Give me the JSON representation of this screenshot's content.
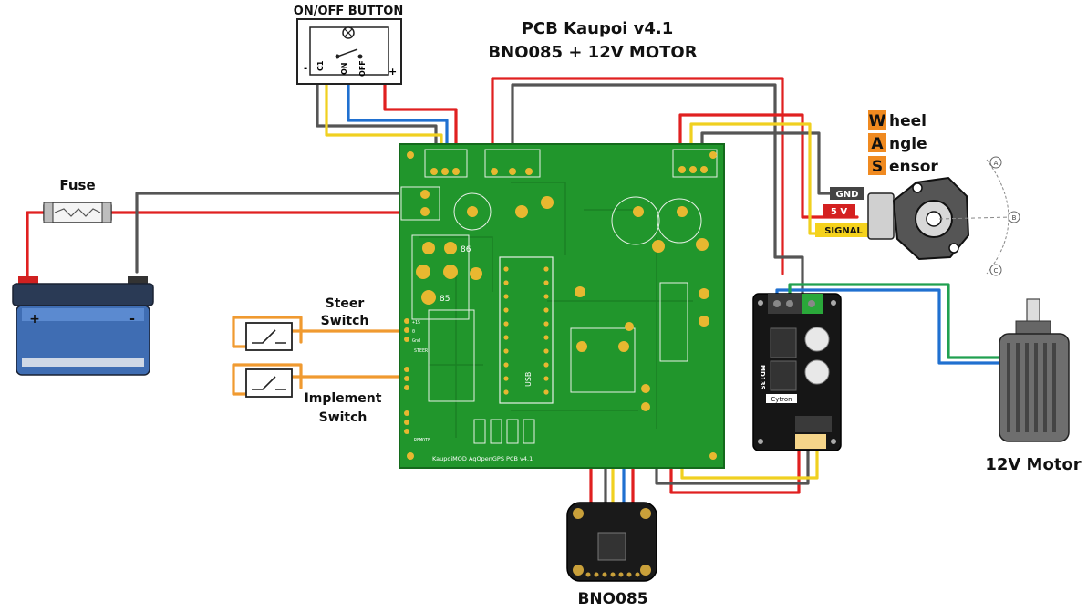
{
  "title": {
    "line1": "PCB Kaupoi v4.1",
    "line2": "BNO085 + 12V MOTOR"
  },
  "onoff": {
    "label": "ON/OFF BUTTON",
    "pin_minus": "-",
    "pin_c1": "C1",
    "pin_on": "ON",
    "pin_off": "OFF",
    "pin_plus": "+"
  },
  "fuse": {
    "label": "Fuse"
  },
  "battery": {
    "plus": "+",
    "minus": "-"
  },
  "steer_switch": {
    "line1": "Steer",
    "line2": "Switch"
  },
  "implement_switch": {
    "line1": "Implement",
    "line2": "Switch"
  },
  "was": {
    "l1_letter": "W",
    "l1_rest": "heel",
    "l2_letter": "A",
    "l2_rest": "ngle",
    "l3_letter": "S",
    "l3_rest": "ensor",
    "gnd": "GND",
    "v5": "5 V",
    "signal": "SIGNAL",
    "mark_a": "A",
    "mark_b": "B",
    "mark_c": "C"
  },
  "motor_driver": {
    "model": "MD13S",
    "brand": "Cytron"
  },
  "motor": {
    "label": "12V Motor"
  },
  "bno": {
    "label": "BNO085"
  },
  "pcb": {
    "footer": "KaupoiMOD AgOpenGPS PCB v4.1",
    "relay_mark": "86",
    "relay_mark2": "85",
    "usb": "USB",
    "steer_pins": [
      "+15",
      "0",
      "Gnd"
    ],
    "steer_tag": "STEER",
    "remote_tag": "REMOTE"
  },
  "colors": {
    "pcb": "#21962c",
    "pcb_dark": "#187a22",
    "pad": "#e8b830",
    "was_letter_bg": "#f08a20",
    "v5_bg": "#d42020",
    "signal_bg": "#f5d21c",
    "gnd_bg": "#444444"
  }
}
